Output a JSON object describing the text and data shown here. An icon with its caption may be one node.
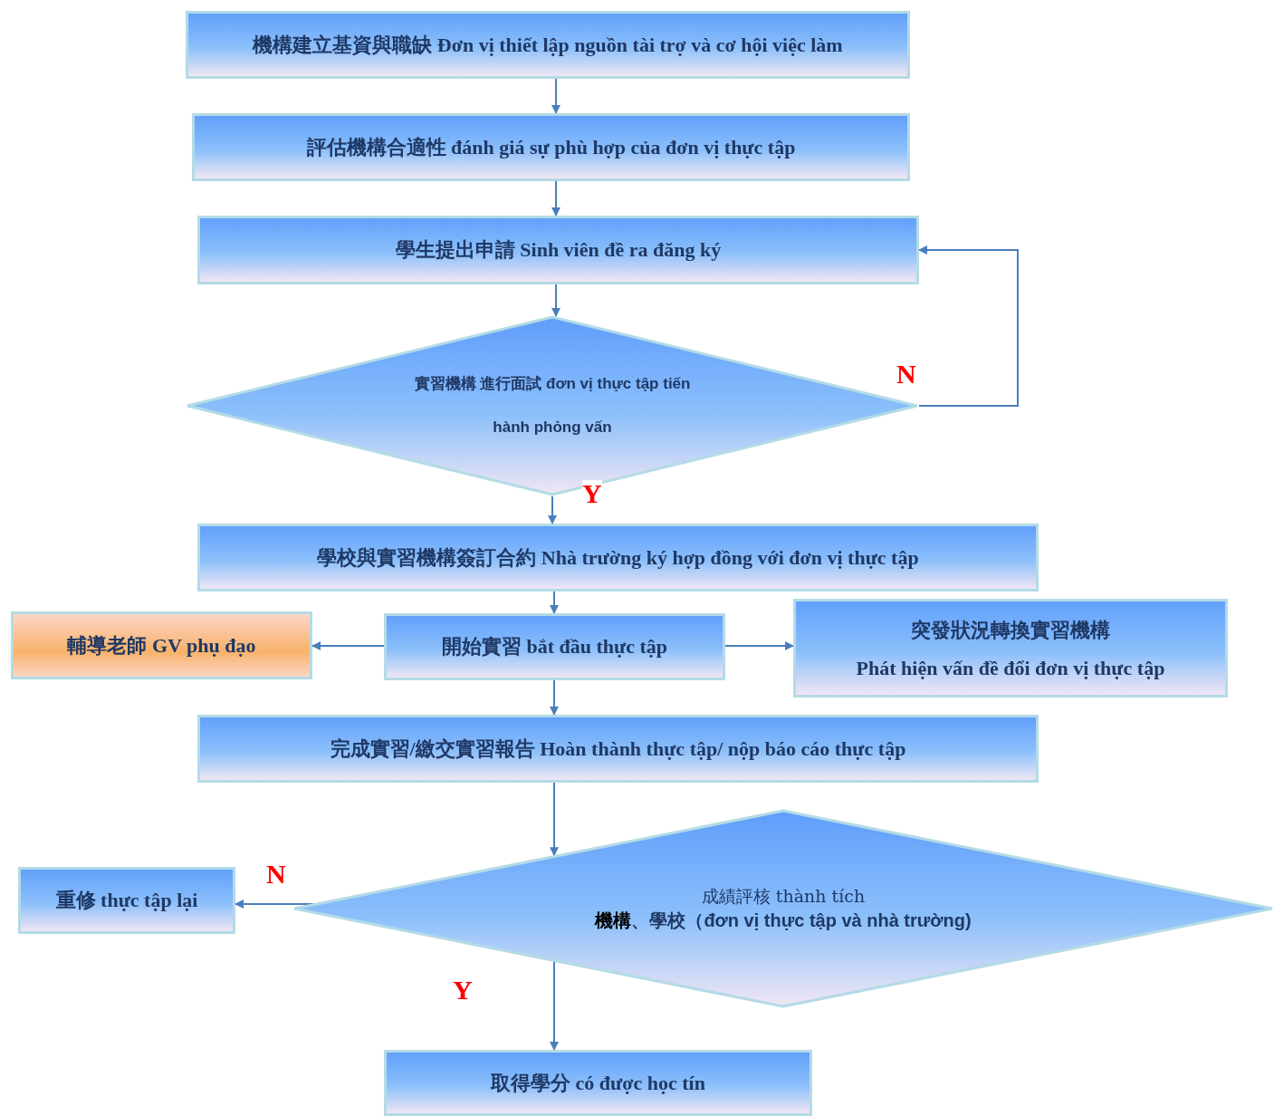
{
  "diagram": {
    "nodes": [
      {
        "text": [
          "機構建立基資與職缺 Đơn vị thiết lập nguồn tài trợ và cơ hội việc làm"
        ]
      },
      {
        "text": [
          "評估機構合適性 đánh giá sự phù hợp của đơn vị thực tập"
        ]
      },
      {
        "text": [
          "學生提出申請 Sinh viên đề ra đăng ký"
        ]
      },
      {
        "text": [
          "實習機構 進行面試 đơn vị thực tập tiến hành phỏng vấn"
        ]
      },
      {
        "text": [
          "學校與實習機構簽訂合約 Nhà trường ký hợp đồng với đơn vị thực tập"
        ]
      },
      {
        "text": [
          "開始實習 bắt đầu thực tập"
        ]
      },
      {
        "text": [
          "輔導老師 GV phụ đạo"
        ]
      },
      {
        "text": [
          "突發狀況轉換實習機構",
          "Phát hiện vấn đề đổi đơn vị thực tập"
        ]
      },
      {
        "text": [
          "完成實習/繳交實習報告 Hoàn thành thực tập/ nộp báo cáo thực tập"
        ]
      },
      {
        "text": [
          "成績評核 thành tích",
          "**機構**、學校（đơn vị thực tập và nhà trường)"
        ]
      },
      {
        "text": [
          "重修 thực tập lại"
        ]
      },
      {
        "text": [
          "取得學分 có được học tín"
        ]
      }
    ],
    "edges": [
      {
        "from": 0,
        "to": 1,
        "arrow": "to"
      },
      {
        "from": 1,
        "to": 2,
        "arrow": "to"
      },
      {
        "from": 2,
        "to": 3,
        "arrow": "to"
      },
      {
        "from": 3,
        "to": 4,
        "arrow": "to",
        "label": "Y"
      },
      {
        "from": 4,
        "to": 5,
        "arrow": "to"
      },
      {
        "from": 5,
        "to": 6,
        "arrow": "to"
      },
      {
        "from": 5,
        "to": 7,
        "arrow": "to"
      },
      {
        "from": 5,
        "to": 8,
        "arrow": "to"
      },
      {
        "from": 8,
        "to": 9,
        "arrow": "to"
      },
      {
        "from": 9,
        "to": 10,
        "arrow": "to",
        "label": "N"
      },
      {
        "from": 9,
        "to": 11,
        "arrow": "to",
        "label": "Y"
      },
      {
        "from": 3,
        "to": 2,
        "arrow": "to",
        "label": "N"
      }
    ]
  }
}
